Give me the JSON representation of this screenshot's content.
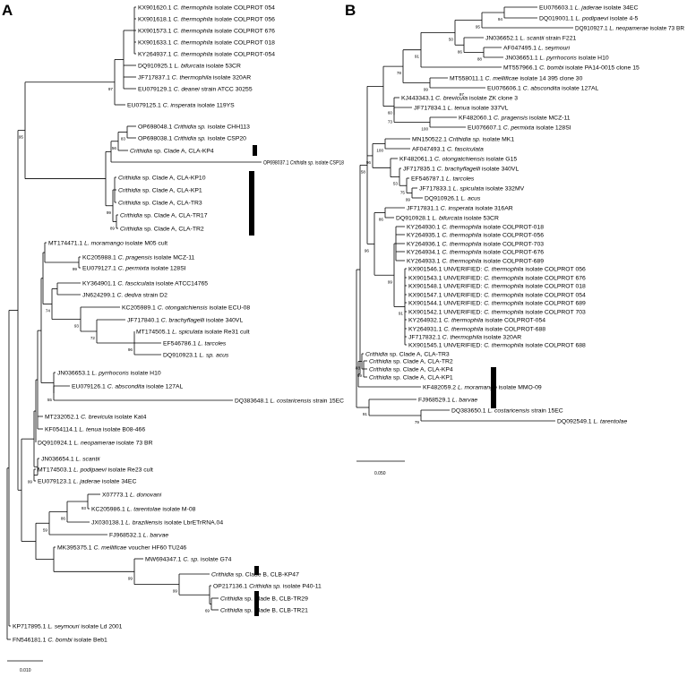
{
  "panel_a": {
    "label": "A",
    "scale_label": "0.010",
    "leaves": [
      {
        "prefix": "KX901620.1 ",
        "italic": "C. thermophila",
        "suffix": " isolate COLPROT 054"
      },
      {
        "prefix": "KX901618.1 ",
        "italic": "C. thermophila",
        "suffix": " isolate COLPROT 056"
      },
      {
        "prefix": "KX901573.1 ",
        "italic": "C. thermophila",
        "suffix": " isolate COLPROT 676"
      },
      {
        "prefix": "KX901633.1 ",
        "italic": "C. thermophila",
        "suffix": " isolate COLPROT 018"
      },
      {
        "prefix": "KY264937.1 ",
        "italic": "C. thermophila",
        "suffix": " isolate COLPROT-054"
      },
      {
        "prefix": "DQ910925.1 ",
        "italic": "L. bifurcata",
        "suffix": " isolate 53CR"
      },
      {
        "prefix": "JF717837.1 ",
        "italic": "C. thermophila",
        "suffix": " isolate 320AR"
      },
      {
        "prefix": "EU079129.1 ",
        "italic": "C. deanei",
        "suffix": " strain ATCC 30255"
      },
      {
        "prefix": "EU079125.1 ",
        "italic": "C. insperata",
        "suffix": " isolate 119YS"
      },
      {
        "prefix": "OP698048.1 ",
        "italic": "Crithidia sp.",
        "suffix": " isolate CHH113"
      },
      {
        "prefix": "OP698038.1 ",
        "italic": "Crithidia sp.",
        "suffix": " isolate CSP20"
      },
      {
        "prefix": "",
        "italic": "Crithidia",
        "suffix": " sp. Clade A, CLA-KP4"
      },
      {
        "prefix": "OP698037.1 ",
        "italic": "Crithidia sp.",
        "suffix": " isolate CSP18"
      },
      {
        "prefix": "",
        "italic": "Crithidia",
        "suffix": " sp. Clade A, CLA-KP10"
      },
      {
        "prefix": "",
        "italic": "Crithidia",
        "suffix": " sp. Clade A, CLA-KP1"
      },
      {
        "prefix": "",
        "italic": "Crithidia",
        "suffix": " sp. Clade A, CLA-TR3"
      },
      {
        "prefix": "",
        "italic": "Crithidia",
        "suffix": " sp. Clade A, CLA-TR17"
      },
      {
        "prefix": "",
        "italic": "Crithidia",
        "suffix": " sp. Clade A, CLA-TR2"
      },
      {
        "prefix": "MT174471.1 ",
        "italic": "L. moramango",
        "suffix": " isolate M05 cult"
      },
      {
        "prefix": "KC205988.1 ",
        "italic": "C. pragensis",
        "suffix": " isolate MCZ-11"
      },
      {
        "prefix": "EU079127.1 ",
        "italic": "C. permixta",
        "suffix": " isolate 128SI"
      },
      {
        "prefix": "KY364901.1 ",
        "italic": "C. fasciculata",
        "suffix": " isolate ATCC14765"
      },
      {
        "prefix": "JN624299.1 ",
        "italic": "C. dedva",
        "suffix": " strain D2"
      },
      {
        "prefix": "KC205989.1 ",
        "italic": "C. otongatchiensis",
        "suffix": " isolate ECU-08"
      },
      {
        "prefix": "JF717840.1 ",
        "italic": "C. brachyflagelli",
        "suffix": " isolate 340VL"
      },
      {
        "prefix": "MT174505.1 ",
        "italic": "L. spiculata",
        "suffix": " isolate Re31 cult"
      },
      {
        "prefix": "EF546786.1 ",
        "italic": "L. tarcoles",
        "suffix": ""
      },
      {
        "prefix": "DQ910923.1 ",
        "italic": "L. sp. acus",
        "suffix": ""
      },
      {
        "prefix": "JN036653.1 ",
        "italic": "L. pyrrhocoris",
        "suffix": " isolate H10"
      },
      {
        "prefix": "EU079126.1 ",
        "italic": "C. abscondita",
        "suffix": " isolate 127AL"
      },
      {
        "prefix": "DQ383648.1 ",
        "italic": "L. costaricensis",
        "suffix": " strain 15EC"
      },
      {
        "prefix": "MT232052.1 ",
        "italic": "C. brevicula",
        "suffix": " isolate Kat4"
      },
      {
        "prefix": "KF054114.1 ",
        "italic": "L. tenua",
        "suffix": " isolate B08-466"
      },
      {
        "prefix": "DQ910924.1 ",
        "italic": "L. neopamerae",
        "suffix": " isolate 73 BR"
      },
      {
        "prefix": "JN036654.1 ",
        "italic": "L. scantii",
        "suffix": ""
      },
      {
        "prefix": "MT174503.1 ",
        "italic": "L. podipaevi",
        "suffix": " isolate Re23 cult"
      },
      {
        "prefix": "EU079123.1 ",
        "italic": "L. jaderae",
        "suffix": " isolate 34EC"
      },
      {
        "prefix": "X07773.1 ",
        "italic": "L. donovani",
        "suffix": ""
      },
      {
        "prefix": "KC205986.1 ",
        "italic": "L. tarentolae",
        "suffix": " isolate M-08"
      },
      {
        "prefix": "JX030138.1 ",
        "italic": "L. braziliensis",
        "suffix": " isolate LbrETrRNA.04"
      },
      {
        "prefix": "FJ968532.1 ",
        "italic": "L. barvae",
        "suffix": ""
      },
      {
        "prefix": "MK395375.1 ",
        "italic": "C. mellificae",
        "suffix": " voucher HF60 TU246"
      },
      {
        "prefix": "MW694347.1 ",
        "italic": "C. sp.",
        "suffix": " isolate G74"
      },
      {
        "prefix": "",
        "italic": "Crithidia",
        "suffix": " sp. Clade B, CLB-KP47"
      },
      {
        "prefix": "OP217136.1 ",
        "italic": "Crithidia sp.",
        "suffix": " isolate P40-11"
      },
      {
        "prefix": "",
        "italic": "Crithidia",
        "suffix": " sp. Clade B, CLB-TR29"
      },
      {
        "prefix": "",
        "italic": "Crithidia",
        "suffix": " sp. Clade B, CLB-TR21"
      },
      {
        "prefix": "KP717895.1 ",
        "italic": "L. seymouri",
        "suffix": " isolate Ld 2001"
      },
      {
        "prefix": "FN546181.1 ",
        "italic": "C. bombi",
        "suffix": " isolate Beb1"
      }
    ],
    "bootstrap": [
      "95",
      "97",
      "56",
      "83",
      "99",
      "89",
      "99",
      "74",
      "93",
      "72",
      "96",
      "55",
      "99",
      "93",
      "86",
      "59",
      "99",
      "99",
      "69"
    ]
  },
  "panel_b": {
    "label": "B",
    "scale_label": "0.050",
    "leaves": [
      {
        "prefix": "EU076603.1 ",
        "italic": "L. jaderae",
        "suffix": " isolate 34EC"
      },
      {
        "prefix": "DQ019001.1 ",
        "italic": "L. podipaevi",
        "suffix": " isolate 4-5"
      },
      {
        "prefix": "DQ910927.1 ",
        "italic": "L. neopamerae",
        "suffix": " isolate 73 BR"
      },
      {
        "prefix": "JN036652.1 ",
        "italic": "L. scantii",
        "suffix": " strain F221"
      },
      {
        "prefix": "AF047495.1 ",
        "italic": "L. seymouri",
        "suffix": ""
      },
      {
        "prefix": "JN036651.1 ",
        "italic": "L. pyrrhocoris",
        "suffix": " isolate H10"
      },
      {
        "prefix": "MT557966.1 ",
        "italic": "C. bombi",
        "suffix": " isolate PA14-0015 clone 15"
      },
      {
        "prefix": "MT558011.1 ",
        "italic": "C. mellificae",
        "suffix": " isolate 14 395 clone 30"
      },
      {
        "prefix": "EU076606.1 ",
        "italic": "C. abscondita",
        "suffix": " isolate 127AL"
      },
      {
        "prefix": "KJ443343.1 ",
        "italic": "C. brevicula",
        "suffix": " isolate ZK clone 3"
      },
      {
        "prefix": "JF717834.1 ",
        "italic": "L. tenua",
        "suffix": " isolate 337VL"
      },
      {
        "prefix": "KF482060.1 ",
        "italic": "C. pragensis",
        "suffix": " isolate MCZ-11"
      },
      {
        "prefix": "EU076607.1 ",
        "italic": "C. permixta",
        "suffix": " isolate 128SI"
      },
      {
        "prefix": "MN150522.1 ",
        "italic": "Crithidia sp.",
        "suffix": " isolate MK1"
      },
      {
        "prefix": "AF047493.1 ",
        "italic": "C. fasciculata",
        "suffix": ""
      },
      {
        "prefix": "KF482061.1 ",
        "italic": "C. otongatchiensis",
        "suffix": " isolate G15"
      },
      {
        "prefix": "JF717835.1 ",
        "italic": "C. brachyflagelli",
        "suffix": " isolate 340VL"
      },
      {
        "prefix": "EF546787.1 ",
        "italic": "L. tarcoles",
        "suffix": ""
      },
      {
        "prefix": "JF717833.1 ",
        "italic": "L. spiculata",
        "suffix": " isolate 332MV"
      },
      {
        "prefix": "DQ910926.1 ",
        "italic": "L. acus",
        "suffix": ""
      },
      {
        "prefix": "JF717831.1 ",
        "italic": "C. insperata",
        "suffix": " isolate 316AR"
      },
      {
        "prefix": "DQ910928.1 ",
        "italic": "L. bifurcata",
        "suffix": " isolate 53CR"
      },
      {
        "prefix": "KY264930.1 ",
        "italic": "C. thermophila",
        "suffix": " isolate COLPROT-018"
      },
      {
        "prefix": "KY264935.1 ",
        "italic": "C. thermophila",
        "suffix": " isolate COLPROT-056"
      },
      {
        "prefix": "KY264936.1 ",
        "italic": "C. thermophila",
        "suffix": " isolate COLPROT-703"
      },
      {
        "prefix": "KY264934.1 ",
        "italic": "C. thermophila",
        "suffix": " isolate COLPROT-676"
      },
      {
        "prefix": "KY264933.1 ",
        "italic": "C. thermophila",
        "suffix": " isolate COLPROT-689"
      },
      {
        "prefix": "KX901546.1 UNVERIFIED: ",
        "italic": "C. thermophila",
        "suffix": " isolate COLPROT 056"
      },
      {
        "prefix": "KX901543.1 UNVERIFIED: ",
        "italic": "C. thermophila",
        "suffix": " isolate COLPROT 676"
      },
      {
        "prefix": "KX901548.1 UNVERIFIED: ",
        "italic": "C. thermophila",
        "suffix": " isolate COLPROT 018"
      },
      {
        "prefix": "KX901547.1 UNVERIFIED: ",
        "italic": "C. thermophila",
        "suffix": " isolate COLPROT 054"
      },
      {
        "prefix": "KX901544.1 UNVERIFIED: ",
        "italic": "C. thermophila",
        "suffix": " isolate COLPROT 689"
      },
      {
        "prefix": "KX901542.1 UNVERIFIED: ",
        "italic": "C. thermophila",
        "suffix": " isolate COLPROT 703"
      },
      {
        "prefix": "KY264932.1 ",
        "italic": "C. thermophila",
        "suffix": " isolate COLPROT-054"
      },
      {
        "prefix": "KY264931.1 ",
        "italic": "C. thermophila",
        "suffix": " isolate COLPROT-688"
      },
      {
        "prefix": "JF717832.1 ",
        "italic": "C. thermophila",
        "suffix": " isolate 320AR"
      },
      {
        "prefix": "KX901545.1 UNVERIFIED: ",
        "italic": "C. thermophila",
        "suffix": " isolate COLPROT 688"
      },
      {
        "prefix": "",
        "italic": "Crithidia",
        "suffix": " sp. Clade A, CLA-TR3"
      },
      {
        "prefix": "",
        "italic": "Crithidia",
        "suffix": " sp. Clade A, CLA-TR2"
      },
      {
        "prefix": "",
        "italic": "Crithidia",
        "suffix": " sp. Clade A, CLA-KP4"
      },
      {
        "prefix": "",
        "italic": "Crithidia",
        "suffix": " sp. Clade A, CLA-KP1"
      },
      {
        "prefix": "KF482059.2 ",
        "italic": "L. moramango",
        "suffix": " isolate MMO-09"
      },
      {
        "prefix": "FJ968529.1 ",
        "italic": "L. barvae",
        "suffix": ""
      },
      {
        "prefix": "DQ383650.1 ",
        "italic": "L. costaricensis",
        "suffix": " strain 15EC"
      },
      {
        "prefix": "DQ092549.1 ",
        "italic": "L. tarentolae",
        "suffix": ""
      }
    ],
    "bootstrap": [
      "94",
      "95",
      "50",
      "86",
      "88",
      "91",
      "78",
      "99",
      "97",
      "58",
      "60",
      "73",
      "100",
      "100",
      "96",
      "53",
      "75",
      "99",
      "86",
      "96",
      "91",
      "99",
      "88",
      "99",
      "91",
      "79"
    ]
  }
}
